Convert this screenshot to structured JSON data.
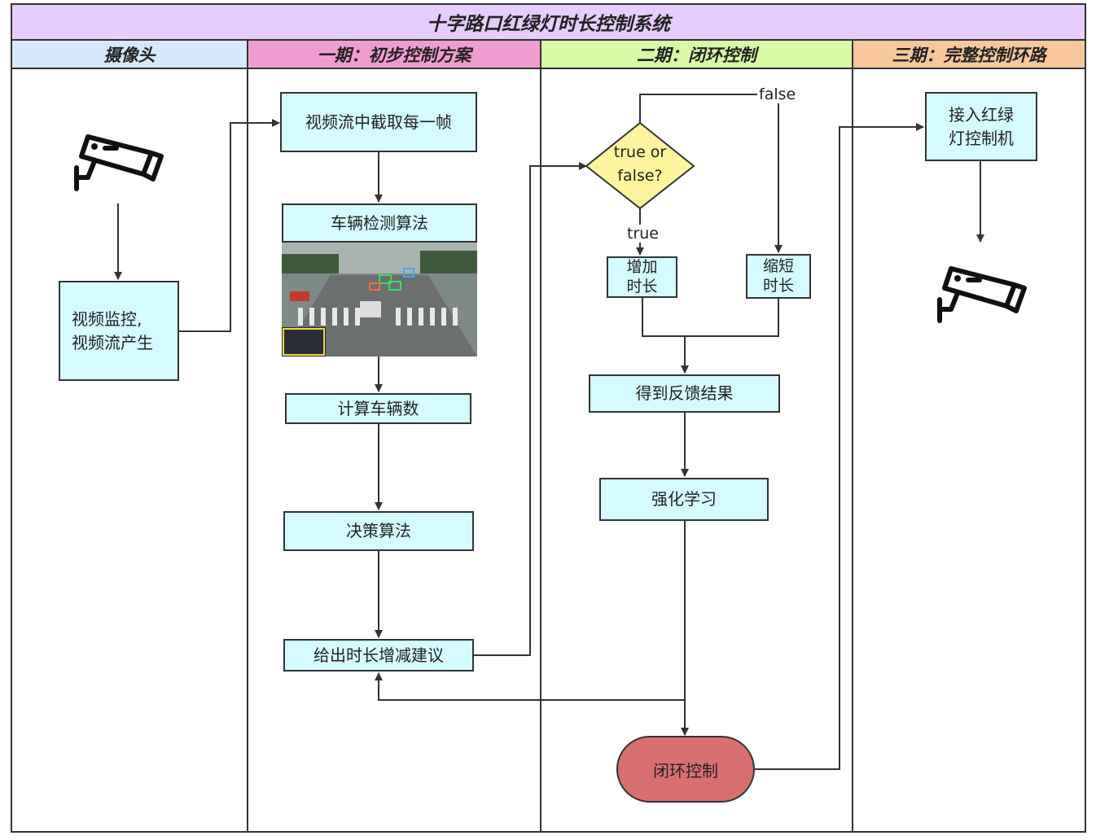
{
  "title": "十字路口红绿灯时长控制系统",
  "colors": {
    "title_bg": "#e6ccff",
    "lane_camera": "#d5e8fc",
    "lane_phase1": "#ef9dd0",
    "lane_phase2": "#d8f9a5",
    "lane_phase3": "#f8c79b",
    "box_fill": "#d4fbff",
    "decision_fill": "#fff59d",
    "terminal_fill": "#d87070"
  },
  "lanes": [
    {
      "label": "摄像头"
    },
    {
      "label": "一期：初步控制方案"
    },
    {
      "label": "二期：闭环控制"
    },
    {
      "label": "三期：完整控制环路"
    }
  ],
  "nodes": {
    "camera_monitor": [
      "视频监控,",
      "视频流产生"
    ],
    "extract_frames": "视频流中截取每一帧",
    "vehicle_detection": "车辆检测算法",
    "count_vehicles": "计算车辆数",
    "decision_algorithm": "决策算法",
    "give_advice": "给出时长增减建议",
    "decision": [
      "true or",
      "false?"
    ],
    "increase": [
      "增加",
      "时长"
    ],
    "shorten": [
      "缩短",
      "时长"
    ],
    "feedback": "得到反馈结果",
    "reinforcement": "强化学习",
    "closed_loop": "闭环控制",
    "connect_controller": [
      "接入红绿",
      "灯控制机"
    ]
  },
  "edge_labels": {
    "false": "false",
    "true": "true"
  },
  "icons": {
    "camera_left": "security-camera-icon",
    "camera_right": "security-camera-icon",
    "detection_image": "traffic-detection-photo"
  }
}
